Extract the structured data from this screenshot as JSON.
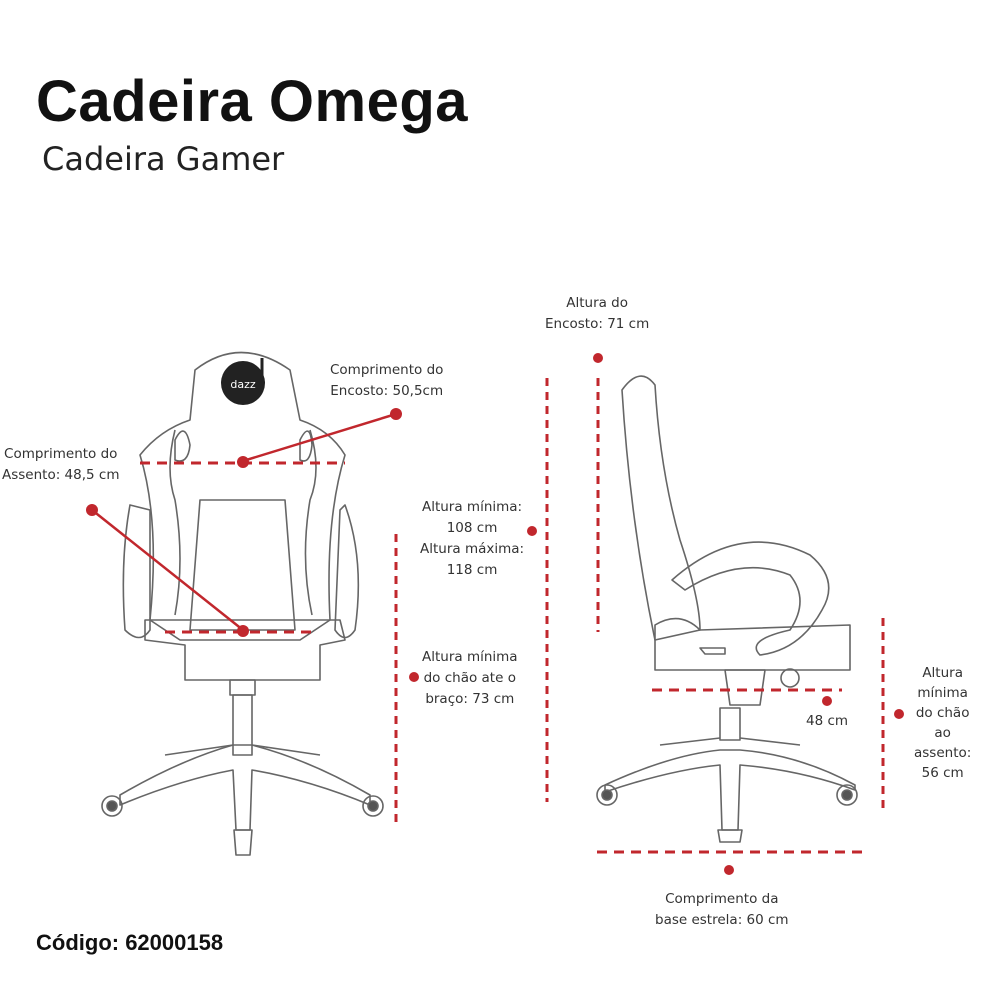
{
  "header": {
    "title": "Cadeira Omega",
    "subtitle": "Cadeira Gamer"
  },
  "front_view": {
    "logo_text": "dazz",
    "backrest_length": [
      "Comprimento do",
      "Encosto: 50,5cm"
    ],
    "seat_length": [
      "Comprimento do",
      "Assento: 48,5 cm"
    ],
    "total_height": [
      "Altura mínima:",
      "108 cm",
      "Altura máxima:",
      "118 cm"
    ],
    "armrest_height": [
      "Altura mínima",
      "do chão ate o",
      "braço: 73 cm"
    ]
  },
  "side_view": {
    "backrest_height": [
      "Altura do",
      "Encosto: 71 cm"
    ],
    "seat_depth": "48 cm",
    "seat_height": [
      "Altura",
      "mínima",
      "do chão",
      "ao",
      "assento:",
      "56 cm"
    ],
    "base_length": [
      "Comprimento da",
      "base estrela: 60 cm"
    ]
  },
  "footer": {
    "code": "Código: 62000158"
  },
  "colors": {
    "accent": "#c1272d",
    "line": "#555555",
    "text": "#222222"
  }
}
